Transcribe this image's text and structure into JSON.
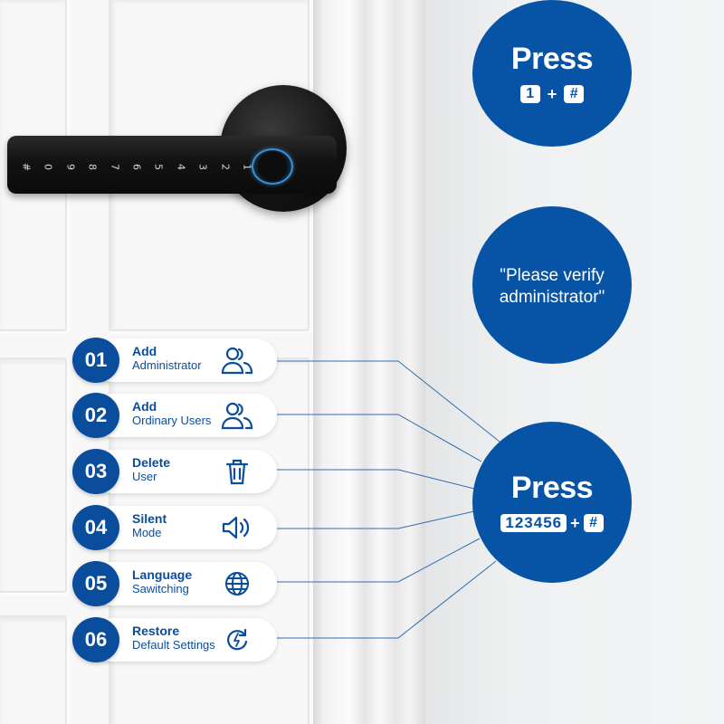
{
  "lock": {
    "keypad_keys": [
      "#",
      "0",
      "9",
      "8",
      "7",
      "6",
      "5",
      "4",
      "3",
      "2",
      "1"
    ]
  },
  "circle_top": {
    "press": "Press",
    "key_a": "1",
    "plus": "+",
    "key_b": "#"
  },
  "circle_middle": {
    "line1": "\"Please verify",
    "line2": "administrator\""
  },
  "circle_bottom": {
    "press": "Press",
    "keys": "123456",
    "plus": "+",
    "key_b": "#"
  },
  "colors": {
    "brand_blue": "#0753a6",
    "menu_blue": "#0a4d9c"
  },
  "menu": [
    {
      "num": "01",
      "title": "Add",
      "sub": "Administrator",
      "icon": "users-icon"
    },
    {
      "num": "02",
      "title": "Add",
      "sub": "Ordinary Users",
      "icon": "users-icon"
    },
    {
      "num": "03",
      "title": "Delete",
      "sub": "User",
      "icon": "trash-icon"
    },
    {
      "num": "04",
      "title": "Silent",
      "sub": "Mode",
      "icon": "speaker-icon"
    },
    {
      "num": "05",
      "title": "Language",
      "sub": "Sawitching",
      "icon": "globe-icon"
    },
    {
      "num": "06",
      "title": "Restore",
      "sub": "Default Settings",
      "icon": "restore-icon"
    }
  ]
}
